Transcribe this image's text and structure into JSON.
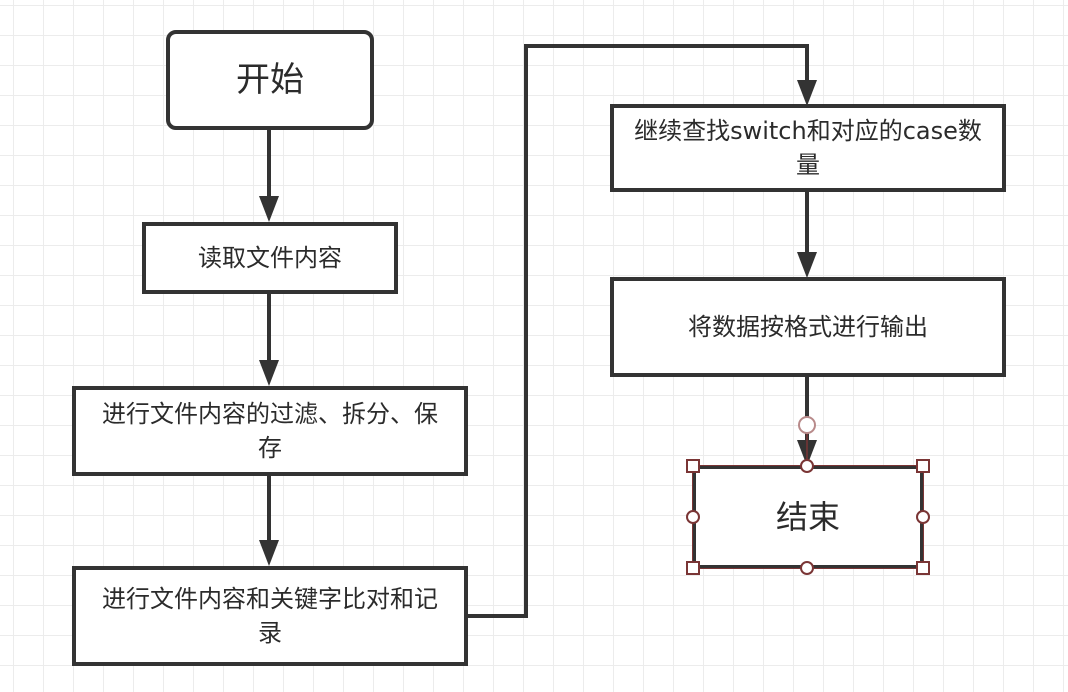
{
  "diagram": {
    "type": "flowchart",
    "colors": {
      "stroke": "#333333",
      "selection": "#7a3535",
      "grid": "#ececec",
      "background": "#ffffff"
    },
    "nodes": [
      {
        "id": "start",
        "shape": "rounded-rect",
        "label": "开始"
      },
      {
        "id": "read",
        "shape": "rect",
        "label": "读取文件内容"
      },
      {
        "id": "filter",
        "shape": "rect",
        "label": "进行文件内容的过滤、拆分、保存"
      },
      {
        "id": "compare",
        "shape": "rect",
        "label": "进行文件内容和关键字比对和记录"
      },
      {
        "id": "switch",
        "shape": "rect",
        "label": "继续查找switch和对应的case数量"
      },
      {
        "id": "output",
        "shape": "rect",
        "label": "将数据按格式进行输出"
      },
      {
        "id": "end",
        "shape": "rect",
        "label": "结束",
        "selected": true
      }
    ],
    "edges": [
      {
        "from": "start",
        "to": "read"
      },
      {
        "from": "read",
        "to": "filter"
      },
      {
        "from": "filter",
        "to": "compare"
      },
      {
        "from": "compare",
        "to": "switch"
      },
      {
        "from": "switch",
        "to": "output"
      },
      {
        "from": "output",
        "to": "end"
      }
    ]
  }
}
